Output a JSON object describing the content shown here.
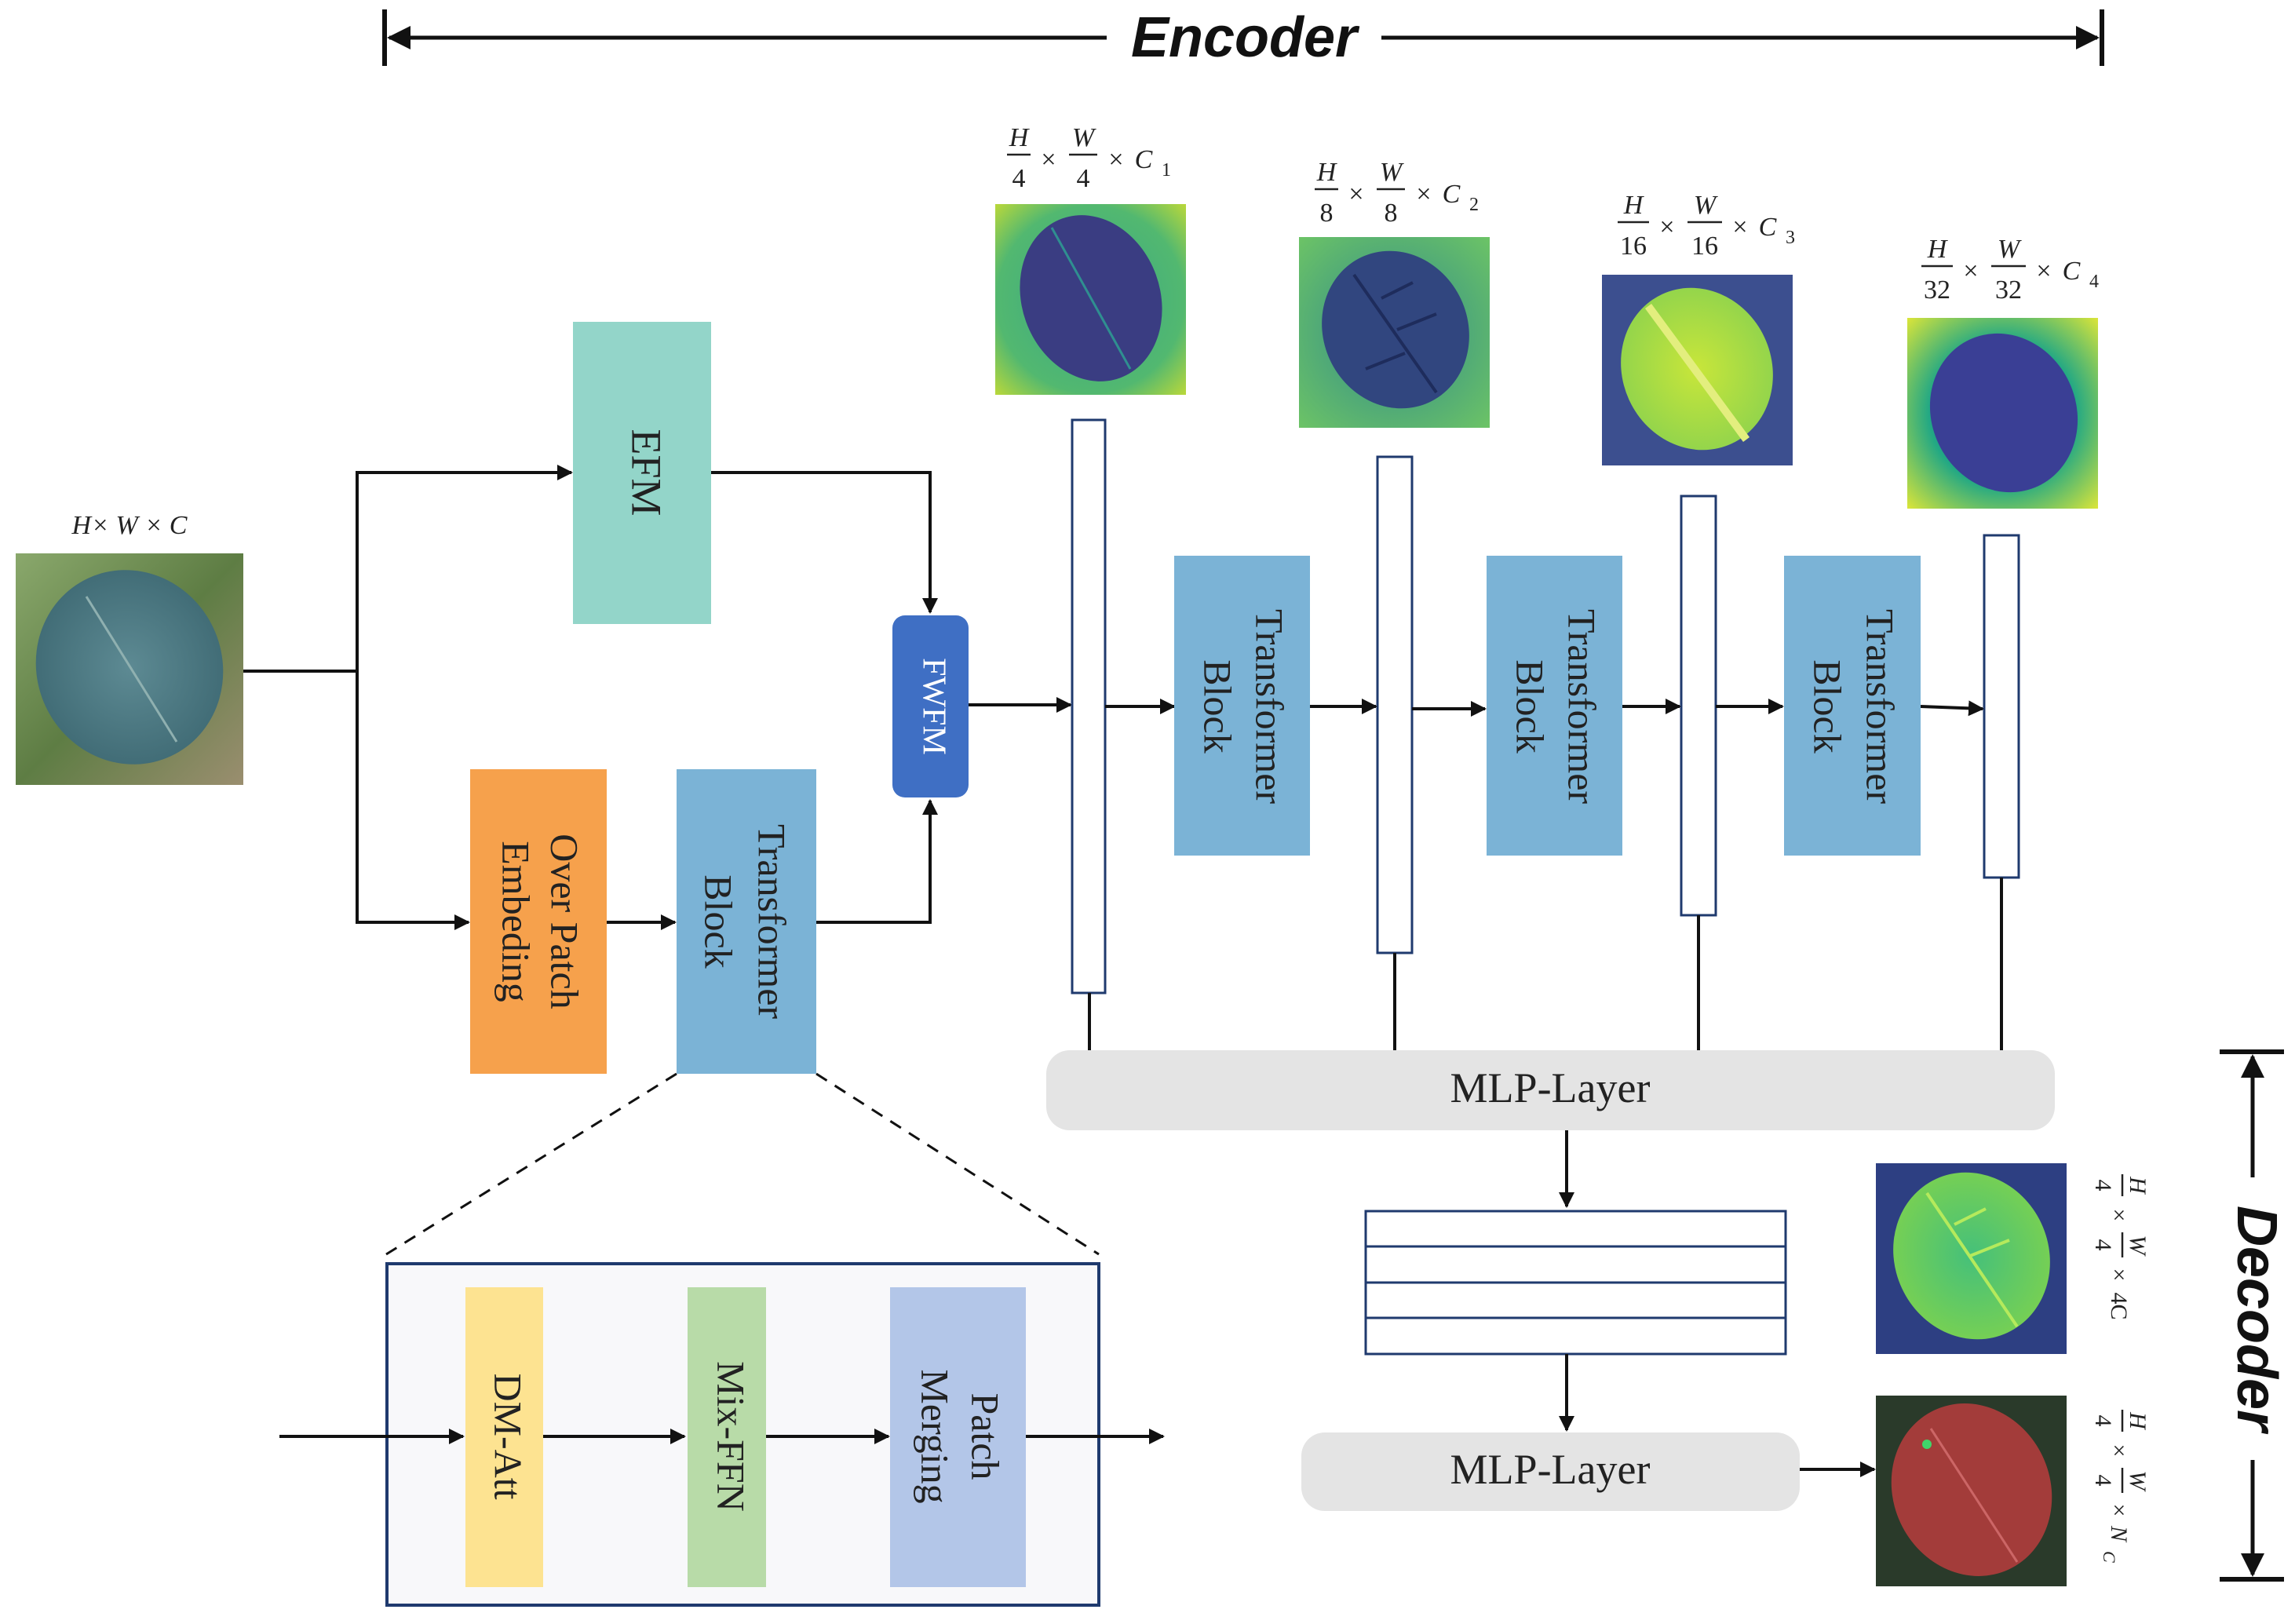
{
  "encoder": {
    "label": "Encoder"
  },
  "decoder": {
    "label": "Decoder"
  },
  "input": {
    "dims": "H× W × C"
  },
  "blocks": {
    "efm": "EFM",
    "over_patch_line1": "Over Patch",
    "over_patch_line2": "Embeding",
    "transformer_line1": "Transformer",
    "transformer_line2": "Block",
    "fwfm": "FWFM",
    "mlp_layer": "MLP-Layer"
  },
  "detail": {
    "dm_att": "DM-Att",
    "mix_ffn": "Mix-FFN",
    "patch_line1": "Patch",
    "patch_line2": "Merging"
  },
  "stage_dims": [
    {
      "h": "H",
      "hd": "4",
      "w": "W",
      "wd": "4",
      "c": "C",
      "ci": "1"
    },
    {
      "h": "H",
      "hd": "8",
      "w": "W",
      "wd": "8",
      "c": "C",
      "ci": "2"
    },
    {
      "h": "H",
      "hd": "16",
      "w": "W",
      "wd": "16",
      "c": "C",
      "ci": "3"
    },
    {
      "h": "H",
      "hd": "32",
      "w": "W",
      "wd": "32",
      "c": "C",
      "ci": "4"
    }
  ],
  "decoder_dims": {
    "fused": {
      "h": "H",
      "hd": "4",
      "w": "W",
      "wd": "4",
      "c": "4C"
    },
    "output": {
      "h": "H",
      "hd": "4",
      "w": "W",
      "wd": "4",
      "c": "N",
      "ci": "C"
    }
  },
  "colors": {
    "efm": "#93d5c9",
    "transformer": "#7bb3d6",
    "over_patch": "#f6a14c",
    "fwfm": "#3f6fc4",
    "mlp": "#e4e4e4",
    "dm_att": "#fde391",
    "mix_ffn": "#b8dba8",
    "patch_merging": "#b3c6e8",
    "detail_bg": "#f8f8fa"
  }
}
